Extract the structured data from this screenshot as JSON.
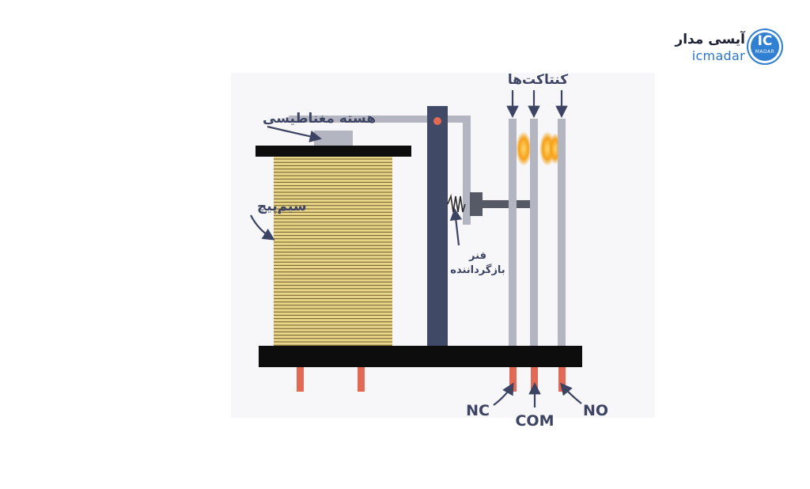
{
  "logo": {
    "name_fa": "آیسی مدار",
    "name_en": "icmadar",
    "badge": "IC",
    "badge_sub": "MADAR"
  },
  "diagram": {
    "labels": {
      "magnetic_core": "هسته مغناطیسی",
      "coil": "سیم‌پیچ",
      "spring_line1": "فنر",
      "spring_line2": "بازگرداننده",
      "contacts": "کنتاکت‌ها",
      "nc": "NC",
      "com": "COM",
      "no": "NO"
    }
  },
  "colors": {
    "label_text": "#3d4463",
    "arrow": "#3d4463",
    "base": "#0d0d0d",
    "coil_fill": "#e9d58a",
    "coil_lines": "#6b5a24",
    "armature": "#404965",
    "frame": "#b3b6c0",
    "pins": "#e26a55",
    "contact_glow": "#f5a21c",
    "brand_blue": "#2f7fd3"
  }
}
